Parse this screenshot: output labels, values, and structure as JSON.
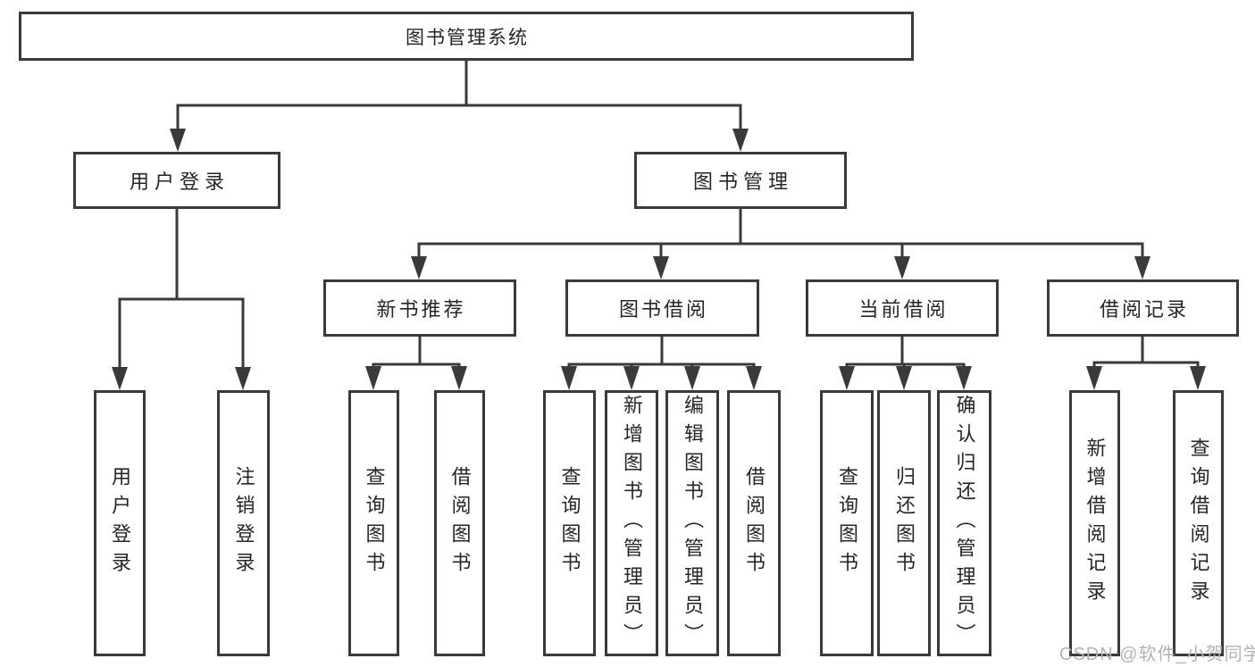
{
  "nodes": {
    "root": "图书管理系统",
    "user_login": "用户登录",
    "book_mgmt": "图书管理",
    "new_book_rec": "新书推荐",
    "book_borrow": "图书借阅",
    "current_borrow": "当前借阅",
    "borrow_records": "借阅记录",
    "leaf_user_login": "用户登录",
    "leaf_logout": "注销登录",
    "nbr_query_books": "查询图书",
    "nbr_borrow_books": "借阅图书",
    "bb_query_books": "查询图书",
    "bb_add_book": "新增图书（管理员）",
    "bb_edit_book": "编辑图书（管理员）",
    "bb_borrow_books": "借阅图书",
    "cb_query_books": "查询图书",
    "cb_return_books": "归还图书",
    "cb_confirm_return": "确认归还（管理员）",
    "br_add_record": "新增借阅记录",
    "br_query_record": "查询借阅记录"
  },
  "watermark": "CSDN @软件_小贺同学",
  "colors": {
    "line": "#3a3a3a",
    "text": "#262626",
    "box_bg": "#ffffff",
    "watermark": "#b3b3b3"
  }
}
